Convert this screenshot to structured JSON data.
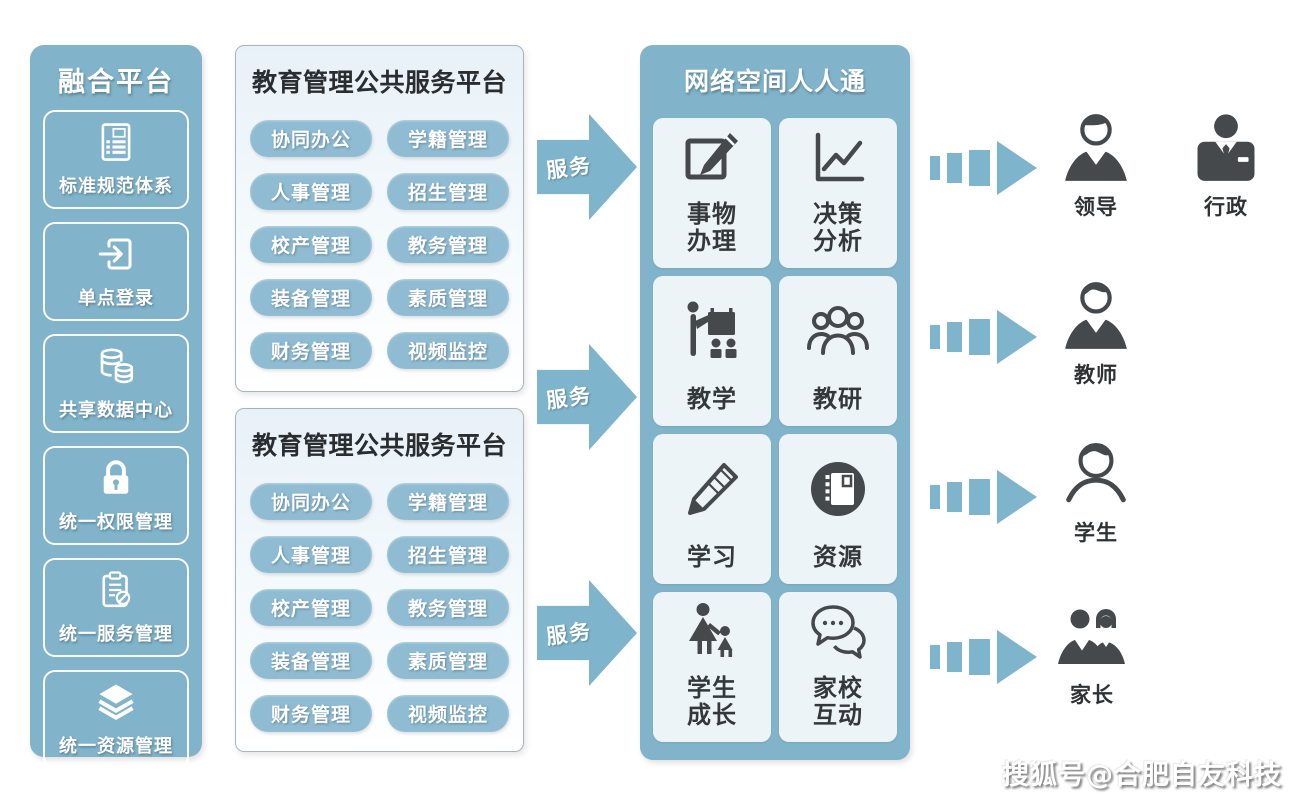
{
  "colors": {
    "panel_blue": "#81b3ca",
    "arrow_blue": "#7fb5cc",
    "button_blue": "#8fbcd3",
    "box_bg": "#e8f1f8",
    "cell_bg": "#edf4f8",
    "icon_dark": "#46494c",
    "text_dark": "#2a2d2f"
  },
  "fusion_panel": {
    "title": "融合平台",
    "items": [
      {
        "label": "标准规范体系",
        "icon": "rules-document-icon"
      },
      {
        "label": "单点登录",
        "icon": "login-icon"
      },
      {
        "label": "共享数据中心",
        "icon": "database-icon"
      },
      {
        "label": "统一权限管理",
        "icon": "lock-icon"
      },
      {
        "label": "统一服务管理",
        "icon": "clipboard-icon"
      },
      {
        "label": "统一资源管理",
        "icon": "layers-icon"
      }
    ]
  },
  "platform_boxes": [
    {
      "title": "教育管理公共服务平台",
      "buttons": [
        "协同办公",
        "学籍管理",
        "人事管理",
        "招生管理",
        "校产管理",
        "教务管理",
        "装备管理",
        "素质管理",
        "财务管理",
        "视频监控"
      ]
    },
    {
      "title": "教育管理公共服务平台",
      "buttons": [
        "协同办公",
        "学籍管理",
        "人事管理",
        "招生管理",
        "校产管理",
        "教务管理",
        "装备管理",
        "素质管理",
        "财务管理",
        "视频监控"
      ]
    }
  ],
  "service_arrows": [
    "服务",
    "服务",
    "服务"
  ],
  "renren_panel": {
    "title": "网络空间人人通",
    "cells": [
      {
        "label": "事物\n办理",
        "icon": "edit-square-icon"
      },
      {
        "label": "决策\n分析",
        "icon": "line-chart-icon"
      },
      {
        "label": "教学",
        "icon": "teaching-icon"
      },
      {
        "label": "教研",
        "icon": "group-icon"
      },
      {
        "label": "学习",
        "icon": "pencil-icon"
      },
      {
        "label": "资源",
        "icon": "notebook-icon"
      },
      {
        "label": "学生\n成长",
        "icon": "parent-child-icon"
      },
      {
        "label": "家校\n互动",
        "icon": "chat-bubbles-icon"
      }
    ]
  },
  "audiences": [
    {
      "roles": [
        "领导",
        "行政"
      ]
    },
    {
      "roles": [
        "教师"
      ]
    },
    {
      "roles": [
        "学生"
      ]
    },
    {
      "roles": [
        "家长"
      ]
    }
  ],
  "watermark": "搜狐号@合肥自友科技"
}
